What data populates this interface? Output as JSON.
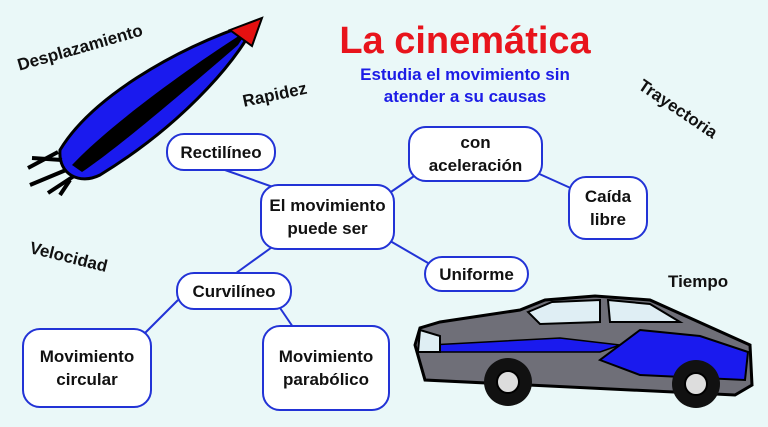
{
  "title": "La cinemática",
  "subtitle_line1": "Estudia el movimiento sin",
  "subtitle_line2": "atender a su causas",
  "terms": {
    "desplazamiento": "Desplazamiento",
    "rapidez": "Rapidez",
    "trayectoria": "Trayectoria",
    "velocidad": "Velocidad",
    "tiempo": "Tiempo"
  },
  "nodes": {
    "center_line1": "El movimiento",
    "center_line2": "puede ser",
    "rectilineo": "Rectilíneo",
    "con_aceleracion_line1": "con",
    "con_aceleracion_line2": "aceleración",
    "caida_libre_line1": "Caída",
    "caida_libre_line2": "libre",
    "uniforme": "Uniforme",
    "curvilineo": "Curvilíneo",
    "mov_circular_line1": "Movimiento",
    "mov_circular_line2": "circular",
    "mov_parabolico_line1": "Movimiento",
    "mov_parabolico_line2": "parabólico"
  },
  "colors": {
    "title": "#e8141c",
    "subtitle": "#1c1ce6",
    "node_border": "#2233d6",
    "rocket_body": "#1a1aee",
    "rocket_tip": "#e41010",
    "car_body": "#6f6f78",
    "car_stripe": "#1a1aee"
  }
}
